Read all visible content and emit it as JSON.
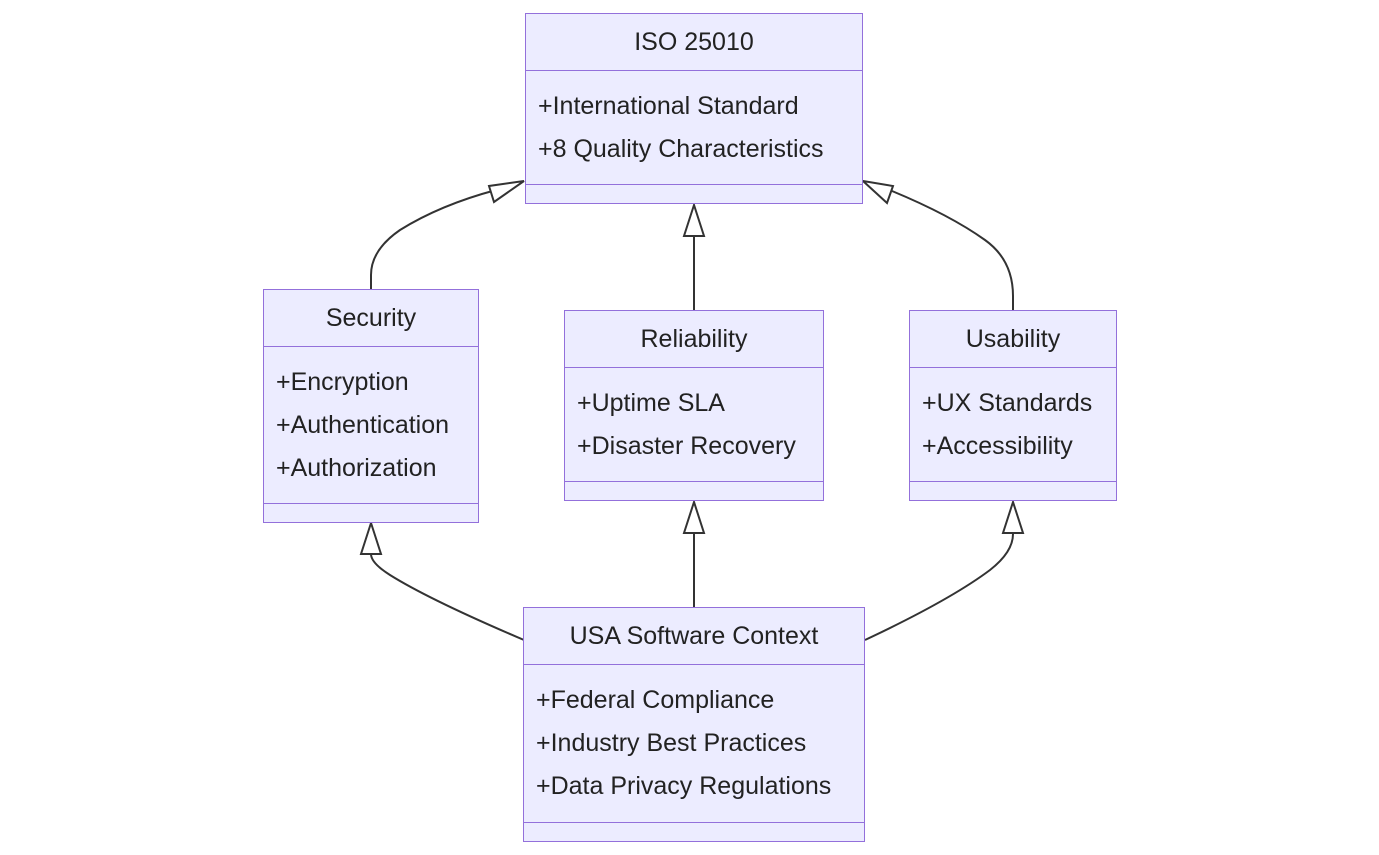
{
  "diagram": {
    "classes": {
      "iso": {
        "name": "ISO 25010",
        "attributes": [
          "+International Standard",
          "+8 Quality Characteristics"
        ]
      },
      "security": {
        "name": "Security",
        "attributes": [
          "+Encryption",
          "+Authentication",
          "+Authorization"
        ]
      },
      "reliability": {
        "name": "Reliability",
        "attributes": [
          "+Uptime SLA",
          "+Disaster Recovery"
        ]
      },
      "usability": {
        "name": "Usability",
        "attributes": [
          "+UX Standards",
          "+Accessibility"
        ]
      },
      "usa": {
        "name": "USA Software Context",
        "attributes": [
          "+Federal Compliance",
          "+Industry Best Practices",
          "+Data Privacy Regulations"
        ]
      }
    },
    "relations": [
      {
        "from": "security",
        "to": "iso",
        "type": "inheritance"
      },
      {
        "from": "reliability",
        "to": "iso",
        "type": "inheritance"
      },
      {
        "from": "usability",
        "to": "iso",
        "type": "inheritance"
      },
      {
        "from": "usa",
        "to": "security",
        "type": "inheritance"
      },
      {
        "from": "usa",
        "to": "reliability",
        "type": "inheritance"
      },
      {
        "from": "usa",
        "to": "usability",
        "type": "inheritance"
      }
    ],
    "colors": {
      "box_fill": "#ececff",
      "box_border": "#9370db",
      "text": "#222222",
      "edge": "#333333"
    }
  }
}
